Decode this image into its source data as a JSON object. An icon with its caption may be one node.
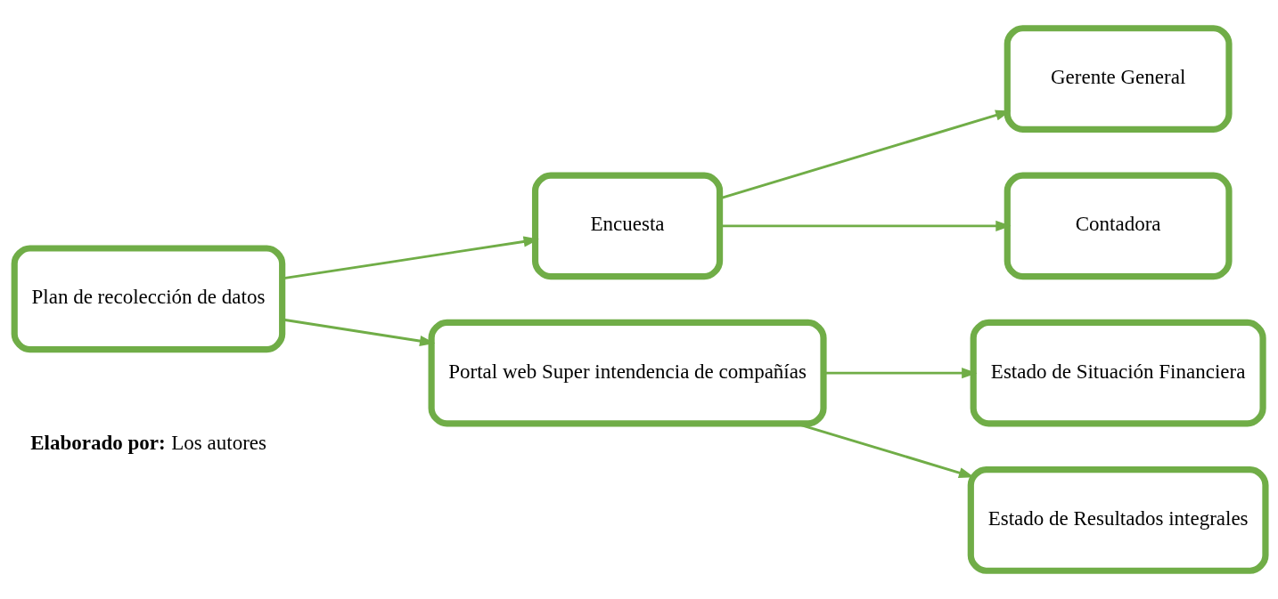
{
  "diagram": {
    "nodes": [
      {
        "text": [
          "Plan de recolección de datos"
        ]
      },
      {
        "text": [
          "Encuesta"
        ]
      },
      {
        "text": [
          "Portal web Super intendencia de compañías"
        ]
      },
      {
        "text": [
          "Gerente General"
        ]
      },
      {
        "text": [
          "Contadora"
        ]
      },
      {
        "text": [
          "Estado de Situación Financiera"
        ]
      },
      {
        "text": [
          "Estado de Resultados integrales"
        ]
      }
    ],
    "edges": [
      {
        "from": 0,
        "to": 1,
        "arrow": "to"
      },
      {
        "from": 0,
        "to": 2,
        "arrow": "to"
      },
      {
        "from": 1,
        "to": 3,
        "arrow": "to"
      },
      {
        "from": 1,
        "to": 4,
        "arrow": "to"
      },
      {
        "from": 2,
        "to": 5,
        "arrow": "to"
      },
      {
        "from": 2,
        "to": 6,
        "arrow": "to"
      }
    ],
    "labels": [
      "**Elaborado por:** Los autores"
    ]
  }
}
